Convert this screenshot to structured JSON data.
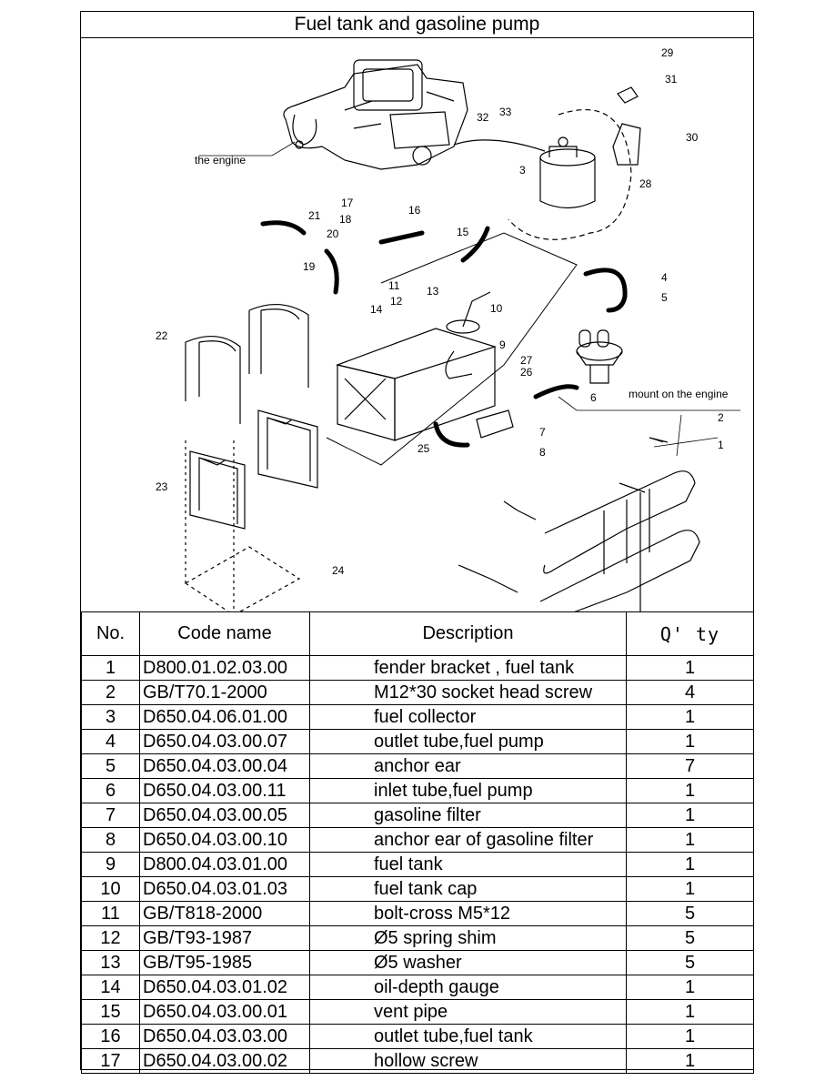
{
  "title": "Fuel tank  and  gasoline pump",
  "diagram": {
    "labels": {
      "engine": "the engine",
      "mount": "mount on the engine"
    },
    "callouts": [
      "1",
      "2",
      "3",
      "4",
      "5",
      "6",
      "7",
      "8",
      "9",
      "10",
      "11",
      "12",
      "13",
      "14",
      "15",
      "16",
      "17",
      "18",
      "19",
      "20",
      "21",
      "22",
      "23",
      "24",
      "25",
      "26",
      "27",
      "28",
      "29",
      "30",
      "31",
      "32",
      "33"
    ]
  },
  "table": {
    "headers": {
      "no": "No.",
      "code": "Code name",
      "desc": "Description",
      "qty": "Q' ty"
    },
    "rows": [
      {
        "no": "1",
        "code": "D800.01.02.03.00",
        "desc": "fender bracket , fuel tank",
        "qty": "1"
      },
      {
        "no": "2",
        "code": "GB/T70.1-2000",
        "desc": "M12*30 socket head screw",
        "qty": "4"
      },
      {
        "no": "3",
        "code": "D650.04.06.01.00",
        "desc": "fuel collector",
        "qty": "1"
      },
      {
        "no": "4",
        "code": "D650.04.03.00.07",
        "desc": "outlet tube,fuel pump",
        "qty": "1"
      },
      {
        "no": "5",
        "code": "D650.04.03.00.04",
        "desc": "anchor ear",
        "qty": "7"
      },
      {
        "no": "6",
        "code": "D650.04.03.00.11",
        "desc": "inlet tube,fuel pump",
        "qty": "1"
      },
      {
        "no": "7",
        "code": "D650.04.03.00.05",
        "desc": "gasoline filter",
        "qty": "1"
      },
      {
        "no": "8",
        "code": "D650.04.03.00.10",
        "desc": "anchor ear of gasoline filter",
        "qty": "1"
      },
      {
        "no": "9",
        "code": "D800.04.03.01.00",
        "desc": "fuel tank",
        "qty": "1"
      },
      {
        "no": "10",
        "code": "D650.04.03.01.03",
        "desc": "fuel tank cap",
        "qty": "1"
      },
      {
        "no": "11",
        "code": "GB/T818-2000",
        "desc": "bolt-cross M5*12",
        "qty": "5"
      },
      {
        "no": "12",
        "code": "GB/T93-1987",
        "desc": "Ø5 spring shim",
        "qty": "5"
      },
      {
        "no": "13",
        "code": "GB/T95-1985",
        "desc": "Ø5 washer",
        "qty": "5"
      },
      {
        "no": "14",
        "code": "D650.04.03.01.02",
        "desc": "oil-depth gauge",
        "qty": "1"
      },
      {
        "no": "15",
        "code": "D650.04.03.00.01",
        "desc": "vent pipe",
        "qty": "1"
      },
      {
        "no": "16",
        "code": "D650.04.03.03.00",
        "desc": "outlet tube,fuel tank",
        "qty": "1"
      },
      {
        "no": "17",
        "code": "D650.04.03.00.02",
        "desc": "hollow screw",
        "qty": "1"
      }
    ]
  }
}
